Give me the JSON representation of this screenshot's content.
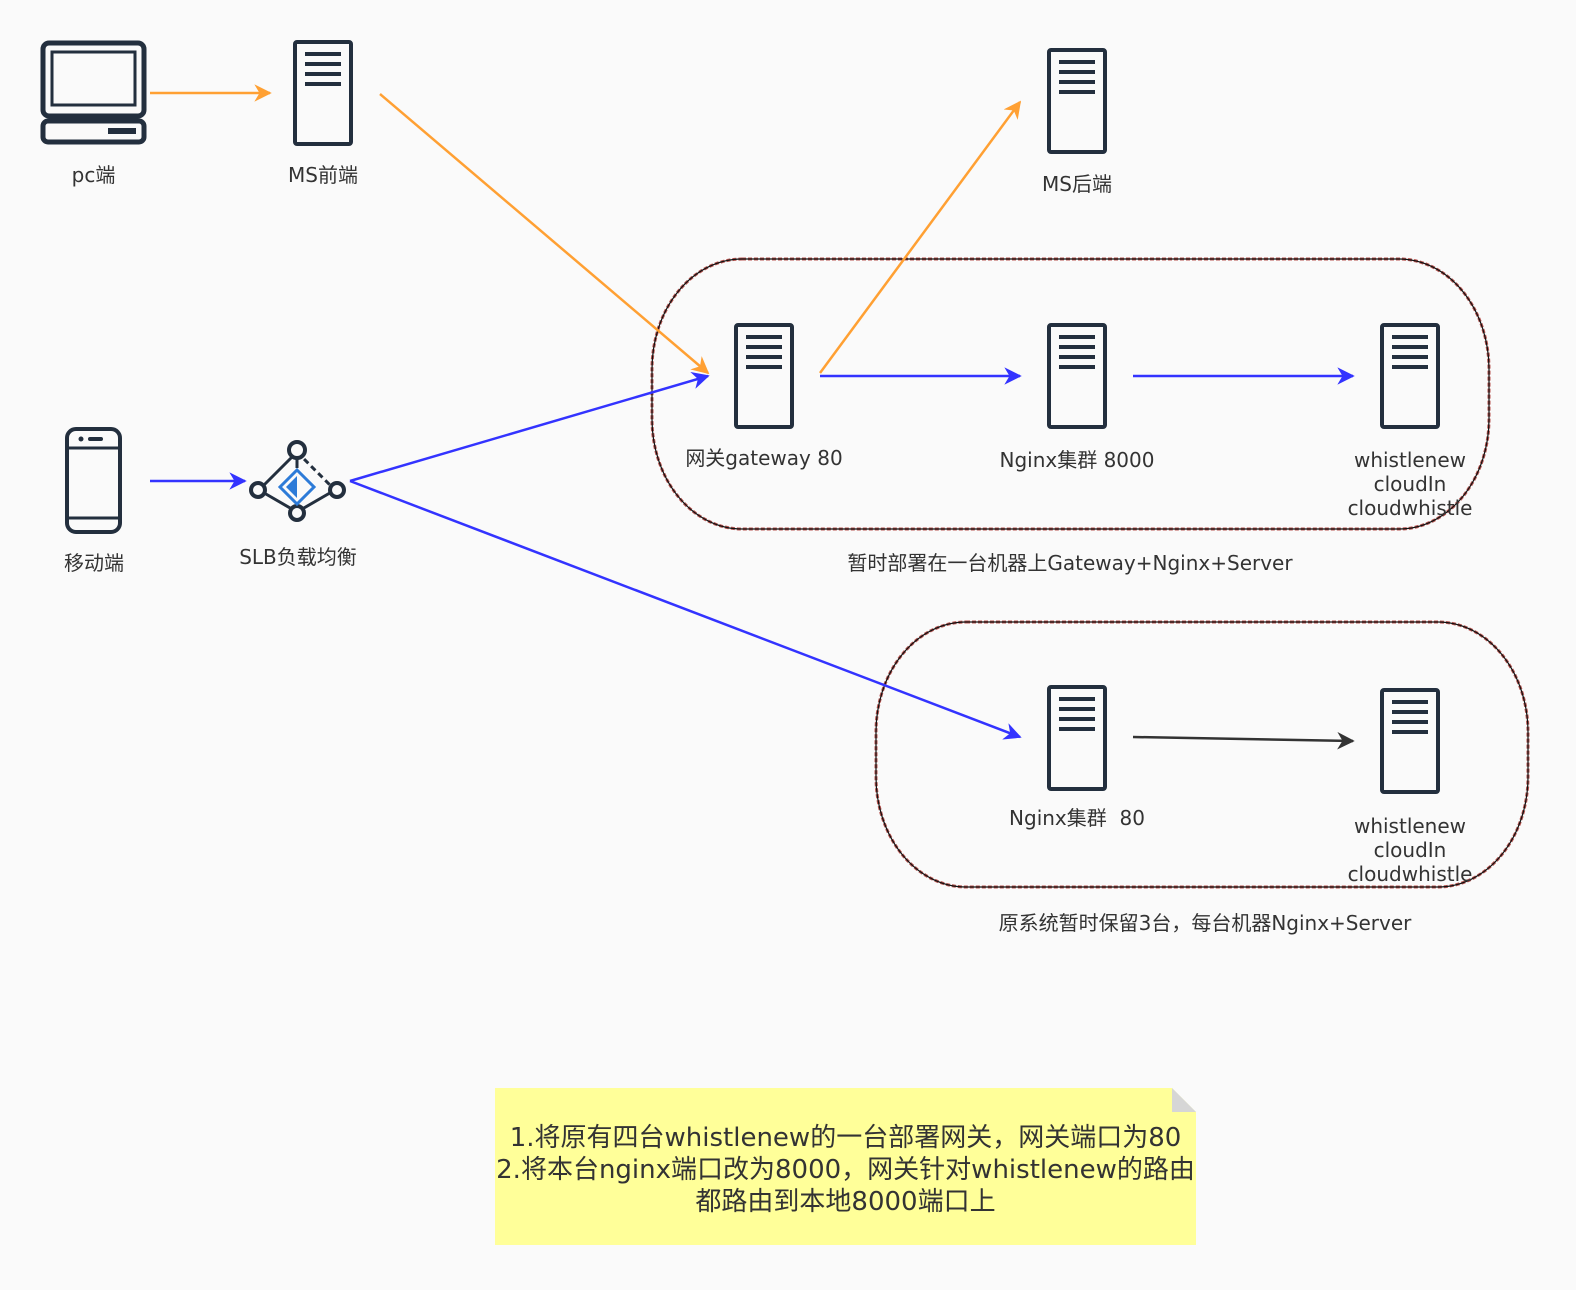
{
  "colors": {
    "icon": "#232f3e",
    "orange_arrow": "#ffa033",
    "blue_arrow": "#3333ff",
    "dark_arrow": "#333333",
    "group_border": "#b85450",
    "note_bg": "#ffff99",
    "slb_accent": "#2d7bd8"
  },
  "nodes": {
    "pc": {
      "label": "pc端",
      "icon": "laptop-icon"
    },
    "ms_front": {
      "label": "MS前端",
      "icon": "server-icon"
    },
    "ms_back": {
      "label": "MS后端",
      "icon": "server-icon"
    },
    "mobile": {
      "label": "移动端",
      "icon": "mobile-phone-icon"
    },
    "slb": {
      "label": "SLB负载均衡",
      "icon": "load-balancer-icon"
    },
    "gateway": {
      "label": "网关gateway 80",
      "icon": "server-icon"
    },
    "nginx_8000": {
      "label": "Nginx集群 8000",
      "icon": "server-icon"
    },
    "whistle_1": {
      "lines": [
        "whistlenew",
        "cloudIn",
        "cloudwhistle"
      ],
      "icon": "server-icon"
    },
    "nginx_80": {
      "label": "Nginx集群  80",
      "icon": "server-icon"
    },
    "whistle_2": {
      "lines": [
        "whistlenew",
        "cloudIn",
        "cloudwhistle"
      ],
      "icon": "server-icon"
    }
  },
  "groups": {
    "new_deploy": {
      "caption": "暂时部署在一台机器上Gateway+Nginx+Server"
    },
    "old_system": {
      "caption": "原系统暂时保留3台，每台机器Nginx+Server"
    }
  },
  "note": {
    "lines": [
      "1.将原有四台whistlenew的一台部署网关，网关端口为80",
      "2.将本台nginx端口改为8000，网关针对whistlenew的路由",
      "都路由到本地8000端口上"
    ]
  }
}
